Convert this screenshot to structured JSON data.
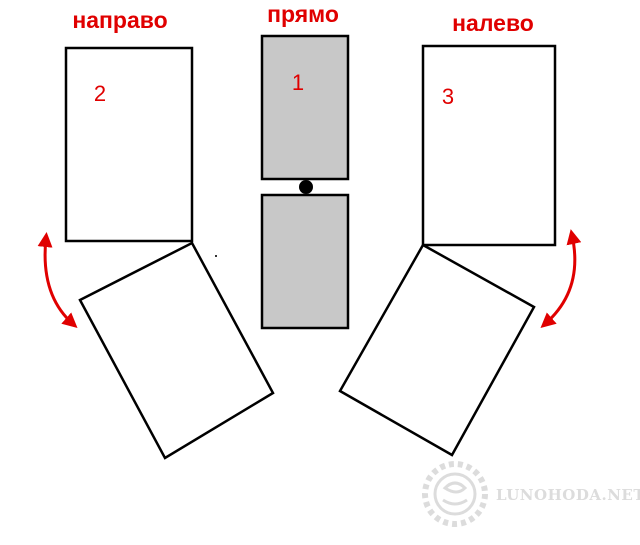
{
  "labels": {
    "right": "направо",
    "straight": "прямо",
    "left": "налево"
  },
  "numbers": {
    "right": "2",
    "straight": "1",
    "left": "3"
  },
  "watermark": {
    "text": "LUNOHODA.NET"
  },
  "colors": {
    "accent_red": "#e00000",
    "outline": "#000000",
    "segment_fill": "#c8c8c8",
    "watermark": "#dcdcdc"
  }
}
